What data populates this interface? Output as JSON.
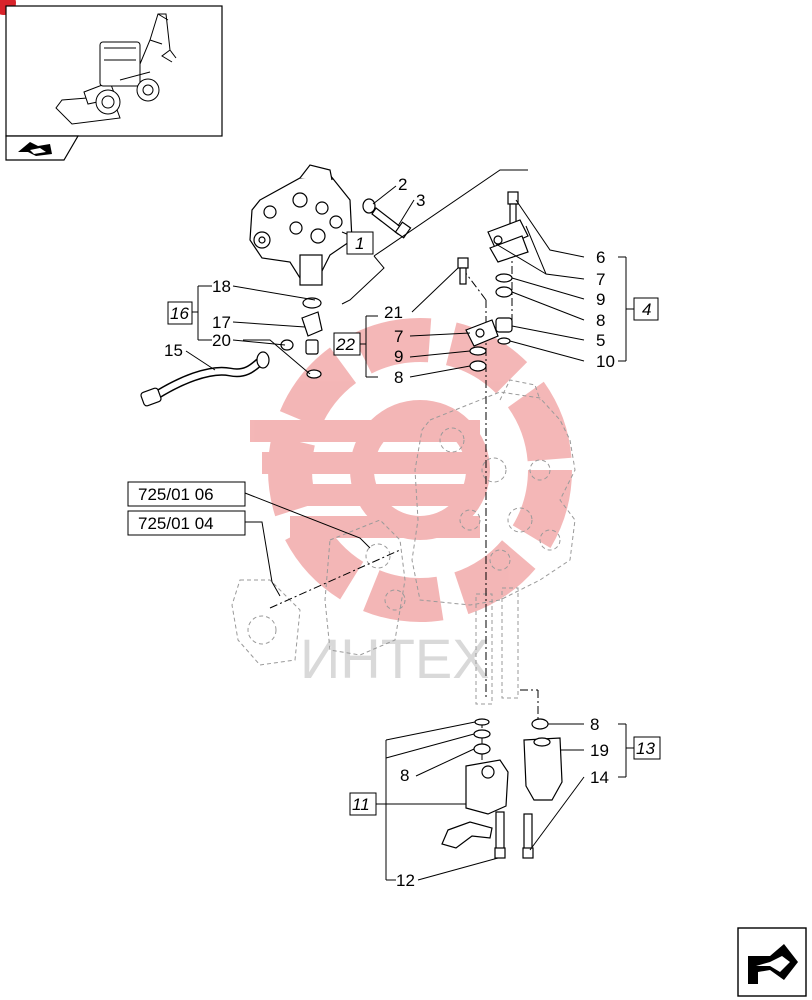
{
  "watermark_text": "ИНТЕХ",
  "callouts": [
    {
      "id": "c2",
      "text": "2"
    },
    {
      "id": "c3",
      "text": "3"
    },
    {
      "id": "c1",
      "text": "1"
    },
    {
      "id": "c18",
      "text": "18"
    },
    {
      "id": "c16",
      "text": "16"
    },
    {
      "id": "c17",
      "text": "17"
    },
    {
      "id": "c15",
      "text": "15"
    },
    {
      "id": "c20",
      "text": "20"
    },
    {
      "id": "c21",
      "text": "21"
    },
    {
      "id": "c22",
      "text": "22"
    },
    {
      "id": "c7a",
      "text": "7"
    },
    {
      "id": "c9a",
      "text": "9"
    },
    {
      "id": "c8a",
      "text": "8"
    },
    {
      "id": "c6",
      "text": "6"
    },
    {
      "id": "c7b",
      "text": "7"
    },
    {
      "id": "c9b",
      "text": "9"
    },
    {
      "id": "c8b",
      "text": "8"
    },
    {
      "id": "c5",
      "text": "5"
    },
    {
      "id": "c10",
      "text": "10"
    },
    {
      "id": "c4",
      "text": "4"
    },
    {
      "id": "c8c",
      "text": "8"
    },
    {
      "id": "c19",
      "text": "19"
    },
    {
      "id": "c14",
      "text": "14"
    },
    {
      "id": "c13",
      "text": "13"
    },
    {
      "id": "c8d",
      "text": "8"
    },
    {
      "id": "c11",
      "text": "11"
    },
    {
      "id": "c12",
      "text": "12"
    }
  ],
  "ref_boxes": [
    {
      "id": "r1",
      "text": "725/01 06"
    },
    {
      "id": "r2",
      "text": "725/01 04"
    }
  ],
  "colors": {
    "watermark": "#f2aaaa",
    "ghost": "#9a9a9a",
    "badge": "#d8232a"
  },
  "icons": {
    "thumbnail": "backhoe-loader-icon",
    "nav_prev": "prev-page-arrow-icon",
    "nav_next": "next-page-arrow-icon"
  }
}
